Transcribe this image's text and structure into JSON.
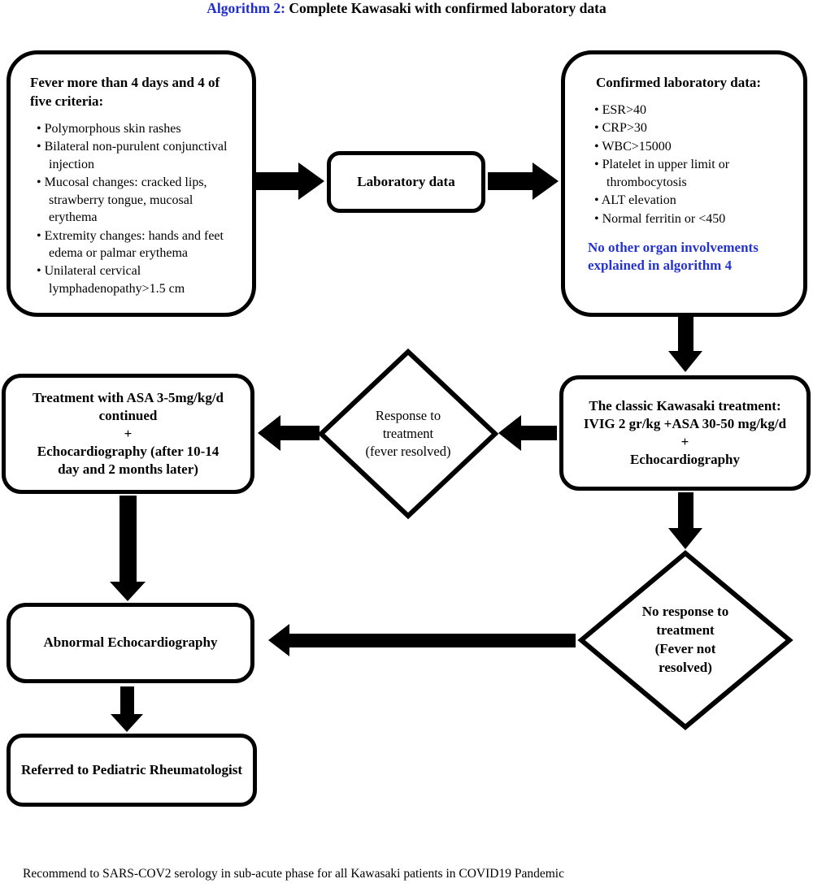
{
  "title": {
    "prefix": "Algorithm 2:",
    "rest": " Complete Kawasaki with confirmed laboratory data",
    "accent_color": "#1f2ed2"
  },
  "nodes": {
    "criteria": {
      "heading": "Fever more than 4 days and 4 of five criteria:",
      "bullets": [
        "Polymorphous skin rashes",
        "Bilateral non-purulent conjunctival injection",
        "Mucosal changes: cracked lips, strawberry tongue, mucosal erythema",
        "Extremity changes: hands and feet edema or palmar erythema",
        "Unilateral cervical lymphadenopathy>1.5 cm"
      ]
    },
    "laboratory": {
      "label": "Laboratory data"
    },
    "confirmed": {
      "heading": "Confirmed laboratory data:",
      "bullets": [
        "ESR>40",
        "CRP>30",
        "WBC>15000",
        "Platelet in upper limit or thrombocytosis",
        "ALT elevation",
        "Normal ferritin or <450"
      ],
      "note": "No other organ involvements explained in algorithm 4",
      "note_color": "#2433d0"
    },
    "classic_treatment": {
      "text": "The classic Kawasaki treatment:\nIVIG 2 gr/kg +ASA 30-50 mg/kg/d\n+\nEchocardiography"
    },
    "response_diamond": {
      "text": "Response to\ntreatment\n(fever resolved)"
    },
    "asa_treatment": {
      "text": "Treatment with ASA 3-5mg/kg/d\ncontinued\n+\nEchocardiography (after 10-14\nday and 2 months later)"
    },
    "no_response_diamond": {
      "text": "No response to\ntreatment\n(Fever not\nresolved)"
    },
    "abnormal_echo": {
      "label": "Abnormal Echocardiography"
    },
    "referred": {
      "label": "Referred to Pediatric Rheumatologist"
    }
  },
  "footnote": "Recommend to SARS-COV2 serology in sub-acute phase for all Kawasaki patients in COVID19 Pandemic",
  "colors": {
    "line": "#000000",
    "background": "#ffffff",
    "accent_blue": "#1f2ed2"
  }
}
